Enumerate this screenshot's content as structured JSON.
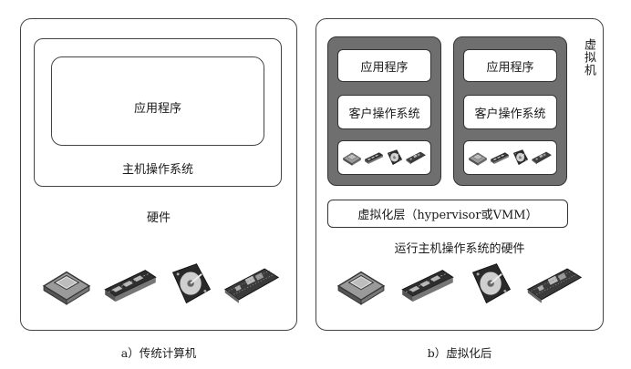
{
  "left": {
    "app_label": "应用程序",
    "os_label": "主机操作系统",
    "hw_label": "硬件",
    "caption": "a）传统计算机",
    "hardware_icons": [
      "cpu-icon",
      "memory-icon",
      "hard-disk-icon",
      "circuit-board-icon"
    ]
  },
  "right": {
    "vm_side_label": "虚拟机",
    "vms": [
      {
        "app_label": "应用程序",
        "guest_os_label": "客户操作系统",
        "hardware_icons": [
          "cpu-icon",
          "memory-icon",
          "hard-disk-icon",
          "circuit-board-icon"
        ]
      },
      {
        "app_label": "应用程序",
        "guest_os_label": "客户操作系统",
        "hardware_icons": [
          "cpu-icon",
          "memory-icon",
          "hard-disk-icon",
          "circuit-board-icon"
        ]
      }
    ],
    "hypervisor_label": "虚拟化层（hypervisor或VMM）",
    "host_hw_label": "运行主机操作系统的硬件",
    "caption": "b）虚拟化后",
    "hardware_icons": [
      "cpu-icon",
      "memory-icon",
      "hard-disk-icon",
      "circuit-board-icon"
    ]
  }
}
